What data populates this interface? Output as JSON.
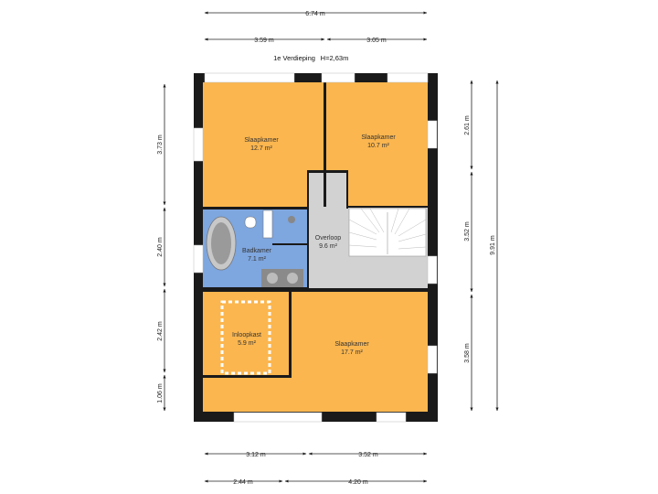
{
  "header": {
    "floor": "1e Verdieping",
    "height": "H=2,63m"
  },
  "rooms": {
    "slaapkamer_nw": {
      "name": "Slaapkamer",
      "area": "12.7 m²"
    },
    "slaapkamer_ne": {
      "name": "Slaapkamer",
      "area": "10.7 m²"
    },
    "badkamer": {
      "name": "Badkamer",
      "area": "7.1 m²"
    },
    "overloop": {
      "name": "Overloop",
      "area": "9.6 m²"
    },
    "inloopkast": {
      "name": "Inloopkast",
      "area": "5.9 m²"
    },
    "slaapkamer_s": {
      "name": "Slaapkamer",
      "area": "17.7 m²"
    }
  },
  "dimensions": {
    "top_total": "6.74 m",
    "top_left": "3.59 m",
    "top_right": "3.05 m",
    "bottom_1_left": "3.12 m",
    "bottom_1_right": "3.52 m",
    "bottom_2_left": "2.44 m",
    "bottom_2_right": "4.20 m",
    "left_1": "3.73 m",
    "left_2": "2.40 m",
    "left_3": "2.42 m",
    "left_4": "1.06 m",
    "right_1": "2.61 m",
    "right_2": "3.52 m",
    "right_3": "3.58 m",
    "right_total": "9.91 m"
  },
  "colors": {
    "bedroom": "#fbb64f",
    "bathroom": "#7ea6df",
    "hallway": "#d2d2d2",
    "wall": "#1a1a1a",
    "window": "#ffffff"
  }
}
